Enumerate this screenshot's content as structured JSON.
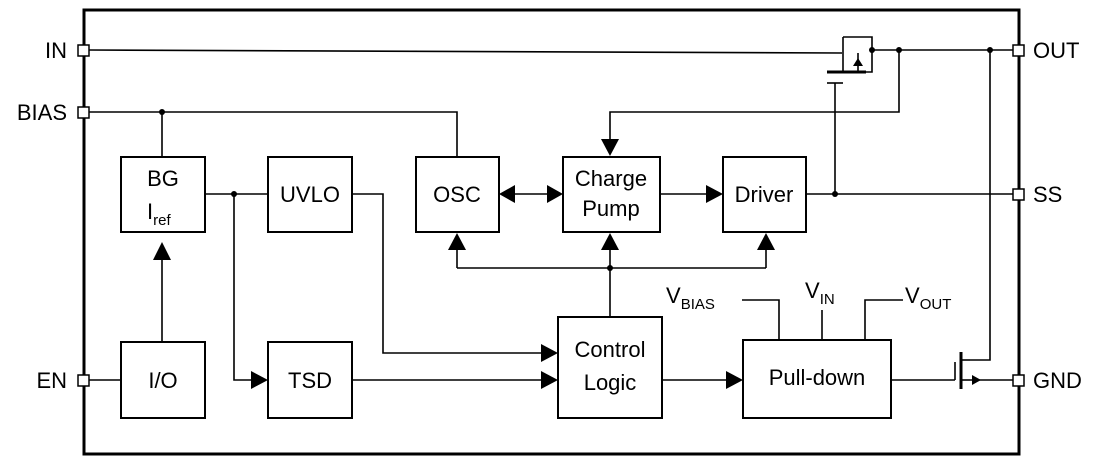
{
  "pins": {
    "in": "IN",
    "bias": "BIAS",
    "en": "EN",
    "out": "OUT",
    "ss": "SS",
    "gnd": "GND"
  },
  "blocks": {
    "bg_line1": "BG",
    "iref_main": "I",
    "iref_sub": "ref",
    "uvlo": "UVLO",
    "osc": "OSC",
    "charge_pump_line1": "Charge",
    "charge_pump_line2": "Pump",
    "driver": "Driver",
    "io": "I/O",
    "tsd": "TSD",
    "control_logic_line1": "Control",
    "control_logic_line2": "Logic",
    "pulldown": "Pull-down"
  },
  "signals": {
    "vbias_main": "V",
    "vbias_sub": "BIAS",
    "vin_main": "V",
    "vin_sub": "IN",
    "vout_main": "V",
    "vout_sub": "OUT"
  }
}
